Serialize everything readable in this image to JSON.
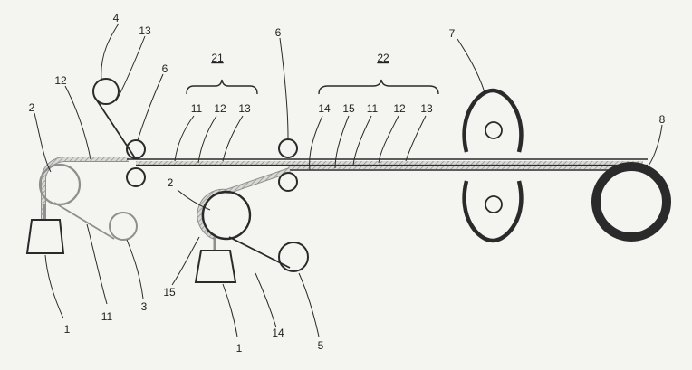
{
  "colors": {
    "background": "#f4f4f1",
    "line": "#2a2a2a",
    "light_line": "#8f8f8f",
    "hatch": "#b9b9b9"
  },
  "labels": {
    "n1_left": "1",
    "n1_mid": "1",
    "n2_left": "2",
    "n2_mid": "2",
    "n3": "3",
    "n4": "4",
    "n5": "5",
    "n6_left": "6",
    "n6_right": "6",
    "n7": "7",
    "n8": "8",
    "n11_a": "11",
    "n11_b": "11",
    "n11_c": "11",
    "n12_a": "12",
    "n12_b": "12",
    "n12_c": "12",
    "n13_a": "13",
    "n13_b": "13",
    "n13_c": "13",
    "n14_a": "14",
    "n14_b": "14",
    "n15_a": "15",
    "n15_b": "15",
    "g21": "21",
    "g22": "22"
  }
}
